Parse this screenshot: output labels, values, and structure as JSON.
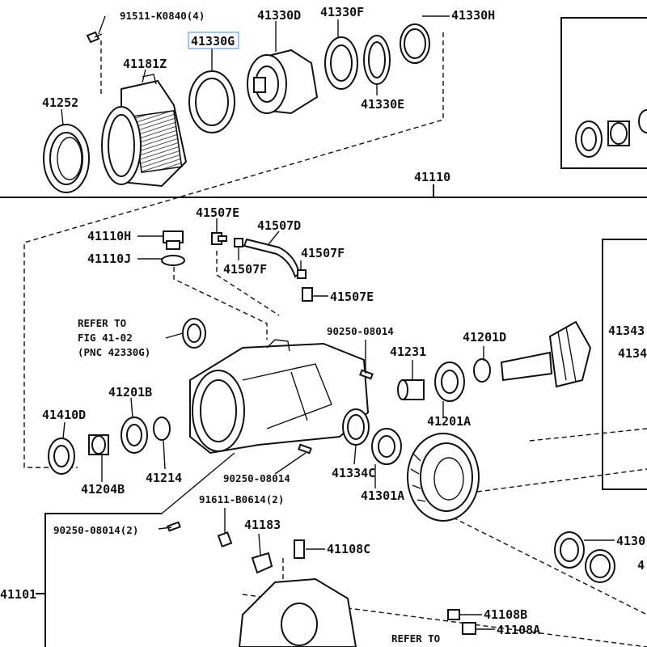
{
  "labels": {
    "p91511": "91511-K0840(4)",
    "p41330D": "41330D",
    "p41330F": "41330F",
    "p41330H": "41330H",
    "p41330G": "41330G",
    "p41181Z": "41181Z",
    "p41252": "41252",
    "p41330E": "41330E",
    "p41110": "41110",
    "p41507E_top": "41507E",
    "p41507D": "41507D",
    "p41110H": "41110H",
    "p41110J": "41110J",
    "p41507F_a": "41507F",
    "p41507F_b": "41507F",
    "p41507E_bot": "41507E",
    "refer1_line1": "REFER TO",
    "refer1_line2": "FIG 41-02",
    "refer1_line3": "(PNC 42330G)",
    "p90250_a": "90250-08014",
    "p41201D": "41201D",
    "p41231": "41231",
    "p4134x": "41343",
    "p4134y": "4134",
    "p41201B": "41201B",
    "p41410D": "41410D",
    "p41201A": "41201A",
    "p41334C": "41334C",
    "p90250_b": "90250-08014",
    "p41214": "41214",
    "p41204B": "41204B",
    "p41301A": "41301A",
    "p91611": "91611-B0614(2)",
    "p90250_c": "90250-08014(2)",
    "p41183": "41183",
    "p41108C": "41108C",
    "p4130x": "4130",
    "p41xx": "4",
    "p41101": "41101",
    "p41108B": "41108B",
    "p41108A": "41108A",
    "refer2": "REFER TO"
  }
}
